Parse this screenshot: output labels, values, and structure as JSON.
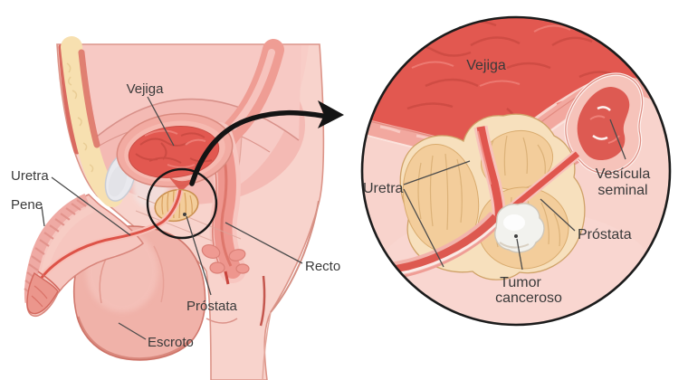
{
  "left_labels": {
    "vejiga": "Vejiga",
    "uretra": "Uretra",
    "pene": "Pene",
    "recto": "Recto",
    "prostata": "Próstata",
    "escroto": "Escroto"
  },
  "right_labels": {
    "vejiga": "Vejiga",
    "uretra": "Uretra",
    "vesicula_line1": "Vesícula",
    "vesicula_line2": "seminal",
    "prostata": "Próstata",
    "tumor_line1": "Tumor",
    "tumor_line2": "canceroso"
  },
  "colors": {
    "background": "#ffffff",
    "skin": "#f8d3cc",
    "skin_outline": "#dc9488",
    "cavity_pink": "#f4bab4",
    "dome_pink": "#f7c9c4",
    "bladder_red": "#e25850",
    "bladder_wall": "#f2a89f",
    "prostate_tan": "#f3cd9b",
    "prostate_capsule": "#f7e0bd",
    "urethra_red": "#dd5348",
    "fat_cream": "#f7e0b0",
    "muscle_red": "#d96a60",
    "bone_gray": "#e9e9ee",
    "tumor_white": "#f2f2ee",
    "outline_black": "#1c1c1c",
    "label_text": "#3a3a3a",
    "leader_line": "#4b4b4b"
  }
}
